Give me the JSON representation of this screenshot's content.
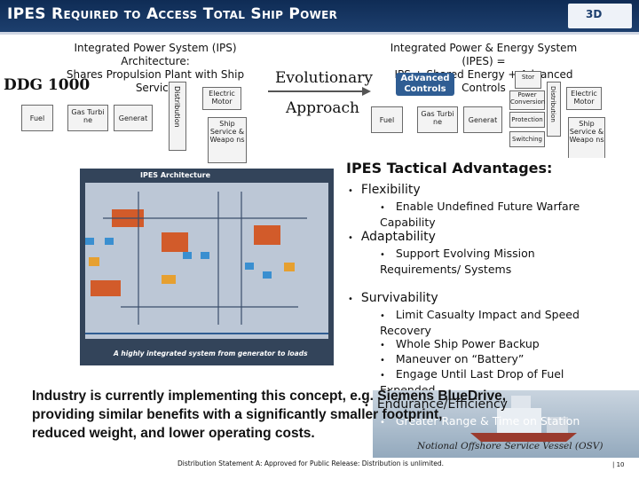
{
  "header": {
    "title": "IPES Required to Access Total Ship Power",
    "logo_text": "3D"
  },
  "left_panel": {
    "caption_line1": "Integrated Power System (IPS)",
    "caption_line2": "Architecture:",
    "caption_line3": "Shares Propulsion Plant with Ship",
    "caption_line4": "Service",
    "ddg": "DDG 1000",
    "fuel": "Fuel",
    "gas_turbine": "Gas Turbi ne",
    "generator": "Generat",
    "distribution": "Distribution",
    "electric_motor": "Electric Motor",
    "ship_service": "Ship Service & Weapo ns"
  },
  "middle": {
    "evolutionary": "Evolutionary",
    "approach": "Approach"
  },
  "right_panel": {
    "caption_line1": "Integrated Power & Energy System",
    "caption_line2": "(IPES) =",
    "caption_line3": "IPS + Shared Energy + Advanced",
    "caption_line4": "Controls",
    "advanced_controls": "Advanced Controls",
    "fuel": "Fuel",
    "gas_turbine": "Gas Turbi ne",
    "generator": "Generat",
    "storage": "Stor",
    "power_conversion": "Power Conversion",
    "protection": "Protection",
    "switching": "Switching",
    "distribution": "Distribution",
    "electric_motor": "Electric Motor",
    "ship_service": "Ship Service & Weapo ns"
  },
  "architecture_image": {
    "title": "IPES Architecture",
    "caption": "A highly integrated system from generator to loads"
  },
  "tactical": {
    "title": "IPES Tactical Advantages:",
    "items": [
      {
        "label": "Flexibility",
        "subs": [
          "Enable Undefined Future Warfare Capability"
        ]
      },
      {
        "label": "Adaptability",
        "subs": [
          "Support Evolving Mission Requirements/ Systems"
        ]
      },
      {
        "label": "Survivability",
        "subs": [
          "Limit Casualty Impact and Speed Recovery",
          "Whole Ship Power Backup",
          "Maneuver on “Battery”",
          "Engage Until Last Drop of Fuel Expended"
        ]
      },
      {
        "label": "Endurance/Efficiency",
        "subs": [
          "Greater Range & Time on Station"
        ]
      }
    ]
  },
  "bottom": {
    "text": "Industry is currently implementing this concept, e.g. Siemens BlueDrive,\nproviding similar benefits with a significantly smaller footprint,\nreduced weight, and lower operating costs."
  },
  "footer": {
    "statement": "Distribution Statement A: Approved for Public Release: Distribution is unlimited.",
    "osv_caption": "Notional Offshore Service Vessel (OSV)",
    "page": "| 10"
  }
}
